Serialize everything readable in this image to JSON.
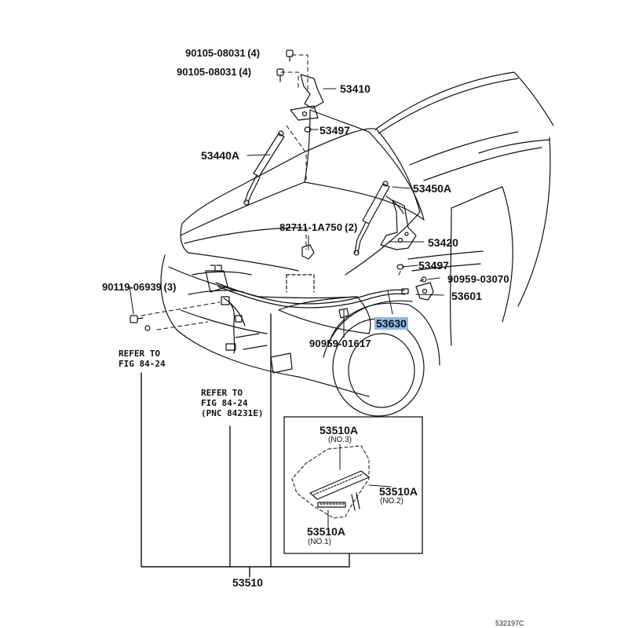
{
  "diagram": {
    "parts": {
      "bolt_top_1": "90105-08031 (4)",
      "bolt_top_2": "90105-08031 (4)",
      "hinge_53410": "53410",
      "item_53497_top": "53497",
      "support_53440a": "53440A",
      "support_53450a": "53450A",
      "item_82711": "82711-1A750 (2)",
      "hinge_53420": "53420",
      "item_53497_mid": "53497",
      "item_90119": "90119-06939 (3)",
      "item_90959_03070": "90959-03070",
      "lock_53601": "53601",
      "cable_53630": "53630",
      "clamp_90959_01617": "90959-01617",
      "seal_53510a_no3": "53510A",
      "seal_53510a_no2": "53510A",
      "seal_53510a_no1": "53510A",
      "assembly_53510": "53510"
    },
    "sublabels": {
      "no3": "(NO.3)",
      "no2": "(NO.2)",
      "no1": "(NO.1)"
    },
    "references": {
      "ref_left": "REFER TO\nFIG 84-24",
      "ref_mid": "REFER TO\nFIG 84-24\n(PNC 84231E)"
    },
    "highlighted_part": "53630",
    "highlight_color": "#8fb8ea",
    "illustration_code": "532197C"
  }
}
